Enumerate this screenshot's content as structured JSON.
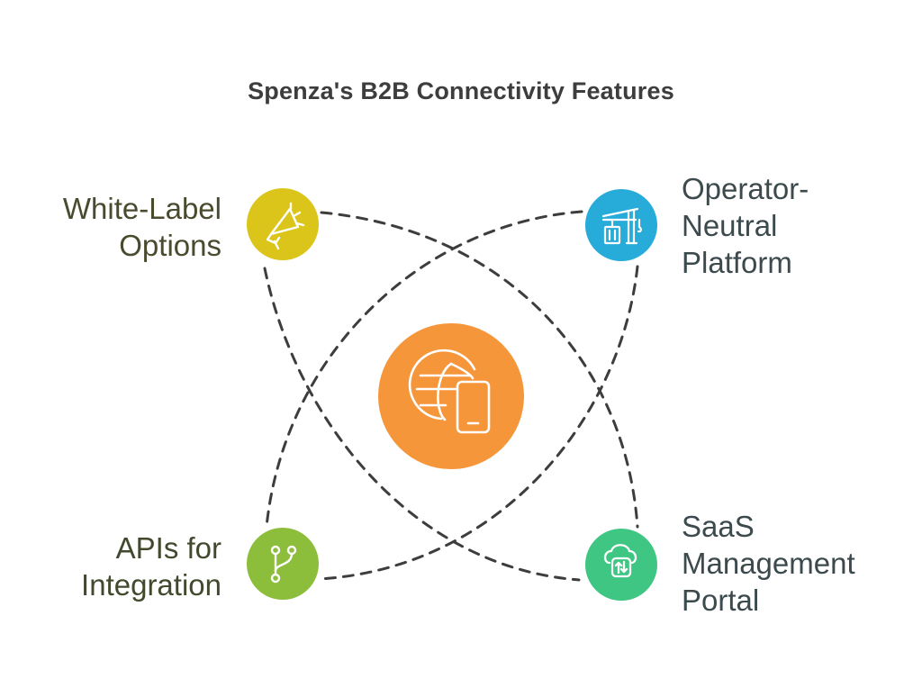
{
  "title": "Spenza's B2B Connectivity Features",
  "colors": {
    "center": "#f5963a",
    "white_label": "#dcc51b",
    "operator_neutral": "#27abd9",
    "apis": "#8cbd3b",
    "saas": "#3ec682",
    "connector": "#3d3d3d",
    "title_text": "#3d3d3d"
  },
  "center": {
    "icon": "globe-and-smartphone-icon"
  },
  "features": {
    "white_label": {
      "lines": [
        "White-Label",
        "Options"
      ],
      "icon": "megaphone-icon"
    },
    "operator_neutral": {
      "lines": [
        "Operator-",
        "Neutral",
        "Platform"
      ],
      "icon": "crane-container-icon"
    },
    "apis": {
      "lines": [
        "APIs for",
        "Integration"
      ],
      "icon": "git-branch-icon"
    },
    "saas": {
      "lines": [
        "SaaS",
        "Management",
        "Portal"
      ],
      "icon": "cloud-transfer-icon"
    }
  }
}
